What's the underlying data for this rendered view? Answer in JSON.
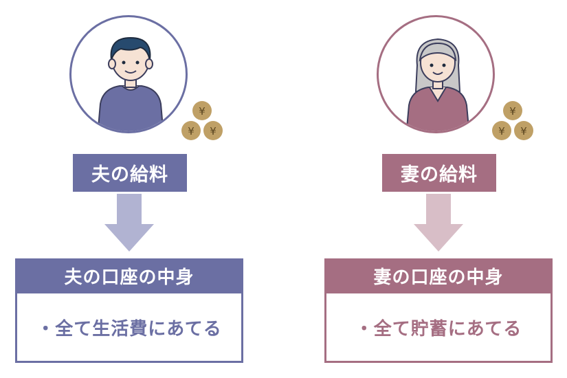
{
  "colors": {
    "husband": "#6b6fa3",
    "husband_arrow": "#b1b3d2",
    "wife": "#a56e82",
    "wife_arrow": "#d8bec7",
    "coin": "#bfa066"
  },
  "husband": {
    "icon": "man-avatar",
    "salary_label": "夫の給料",
    "account_title": "夫の口座の中身",
    "account_item": "・全て生活費にあてる"
  },
  "wife": {
    "icon": "woman-avatar",
    "salary_label": "妻の給料",
    "account_title": "妻の口座の中身",
    "account_item": "・全て貯蓄にあてる"
  },
  "coin_symbol": "¥"
}
